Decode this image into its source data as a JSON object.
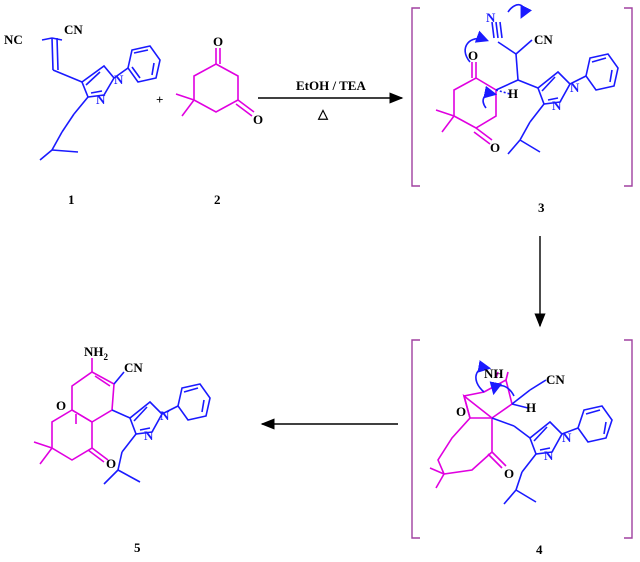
{
  "colors": {
    "blue": "#1a1aff",
    "magenta": "#e000e0",
    "black": "#000000",
    "bracket": "#a040a0"
  },
  "labels": {
    "cmp1": "1",
    "cmp2": "2",
    "cmp3": "3",
    "cmp4": "4",
    "cmp5": "5",
    "plus": "+",
    "condition": "EtOH / TEA",
    "heat": "△"
  },
  "atoms": {
    "nc": "NC",
    "cn": "CN",
    "n": "N",
    "h": "H",
    "o": "O",
    "nh": "NH",
    "nh2": "NH",
    "nh2_sub": "2"
  }
}
